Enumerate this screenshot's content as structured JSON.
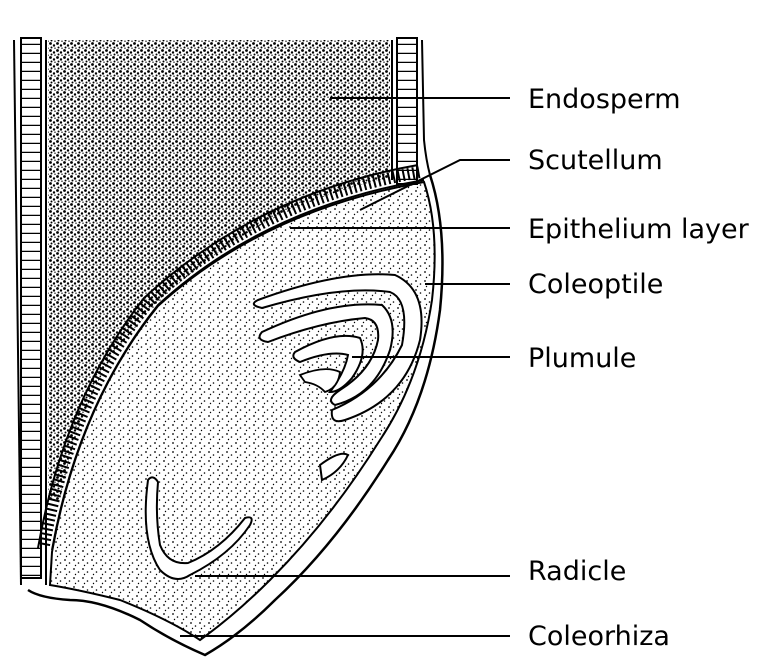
{
  "labels": {
    "endosperm": "Endosperm",
    "scutellum": "Scutellum",
    "epithelium": "Epithelium layer",
    "coleoptile": "Coleoptile",
    "plumule": "Plumule",
    "radicle": "Radicle",
    "coleorhiza": "Coleorhiza"
  },
  "colors": {
    "ink": "#000000",
    "paper": "#ffffff"
  }
}
